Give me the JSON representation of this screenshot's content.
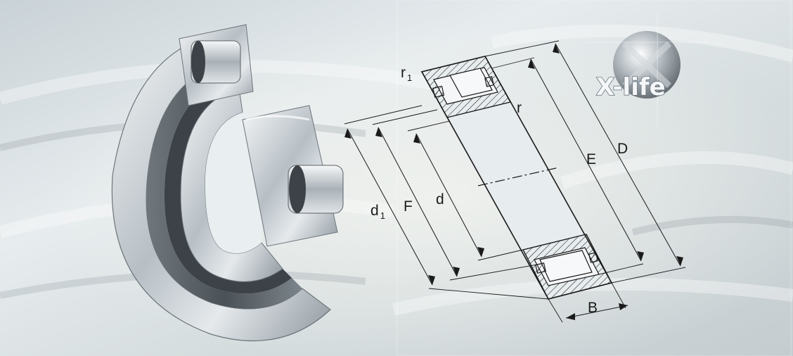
{
  "diagram": {
    "labels": {
      "r1": {
        "main": "r",
        "sub": "1"
      },
      "r": "r",
      "E": "E",
      "D": "D",
      "d1": {
        "main": "d",
        "sub": "1"
      },
      "F": "F",
      "d": "d",
      "B": "B"
    }
  },
  "logo": {
    "text": "X-life"
  },
  "colors": {
    "background": "#dfe5e8",
    "line": "#1a1a1a",
    "hatch": "#1a1a1a",
    "ring_metal": "#c8ced3"
  }
}
